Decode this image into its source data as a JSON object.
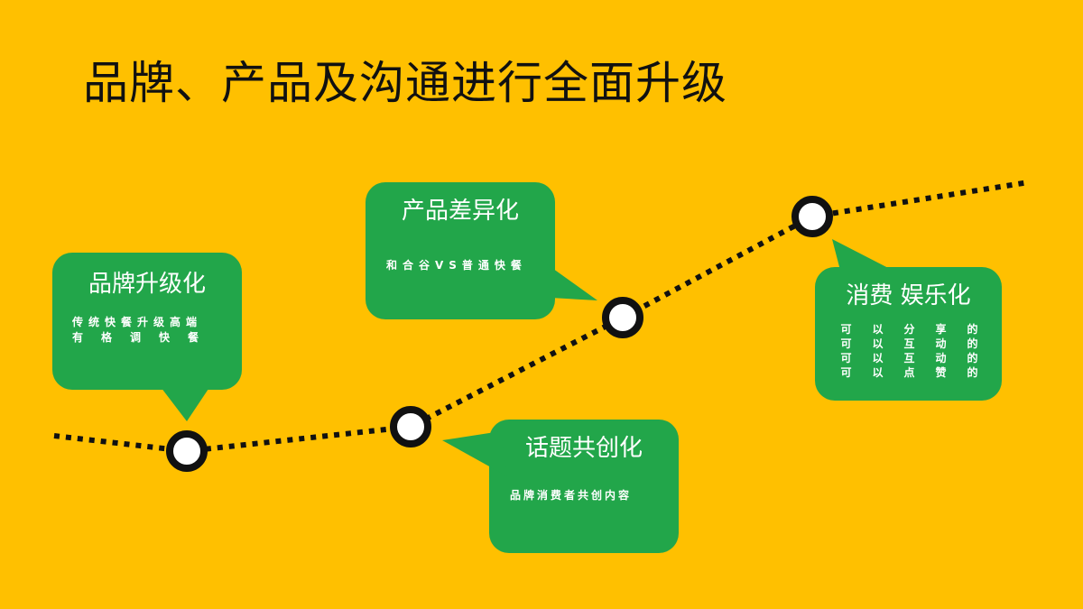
{
  "title": "品牌、产品及沟通进行全面升级",
  "colors": {
    "background": "#FFC000",
    "bubble": "#22A64A",
    "line": "#111111",
    "node_fill": "#FFFFFF"
  },
  "stages": [
    {
      "id": "brand",
      "title": "品牌升级化",
      "lines": [
        "传统快餐升级高端",
        "有格调快餐"
      ]
    },
    {
      "id": "topic",
      "title": "话题共创化",
      "lines": [
        "品牌消费者共创内容"
      ]
    },
    {
      "id": "product",
      "title": "产品差异化",
      "lines": [
        "和合谷VS普通快餐"
      ]
    },
    {
      "id": "entertainment",
      "title": "消费 娱乐化",
      "grid": [
        [
          "可",
          "以",
          "分",
          "享",
          "的"
        ],
        [
          "可",
          "以",
          "互",
          "动",
          "的"
        ],
        [
          "可",
          "以",
          "互",
          "动",
          "的"
        ],
        [
          "可",
          "以",
          "点",
          "赞",
          "的"
        ]
      ]
    }
  ]
}
